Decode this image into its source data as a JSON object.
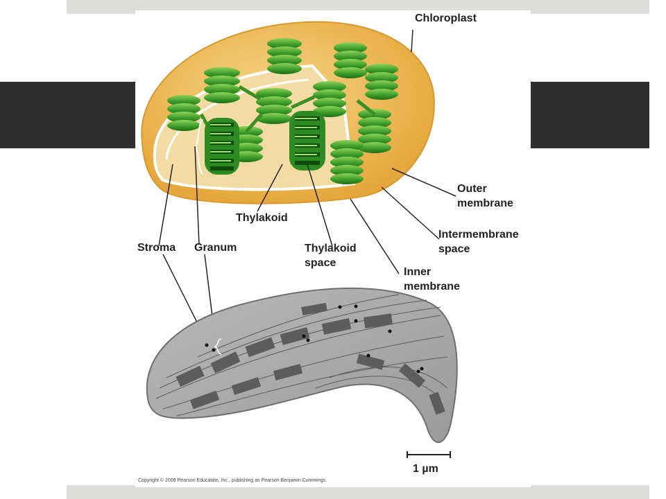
{
  "labels": {
    "chloroplast": "Chloroplast",
    "outer_membrane_1": "Outer",
    "outer_membrane_2": "membrane",
    "intermembrane_1": "Intermembrane",
    "intermembrane_2": "space",
    "inner_membrane_1": "Inner",
    "inner_membrane_2": "membrane",
    "thylakoid": "Thylakoid",
    "thylakoid_space_1": "Thylakoid",
    "thylakoid_space_2": "space",
    "stroma": "Stroma",
    "granum": "Granum"
  },
  "scale_bar": "1 µm",
  "copyright": "Copyright © 2008 Pearson Education, Inc., publishing as Pearson Benjamin Cummings.",
  "colors": {
    "envelope": "#f0c060",
    "stroma": "#f3dfa8",
    "granum_green": "#3fa02a",
    "granum_dark": "#1e6e18",
    "em_gray": "#a9a9a9",
    "em_dark": "#555555"
  }
}
